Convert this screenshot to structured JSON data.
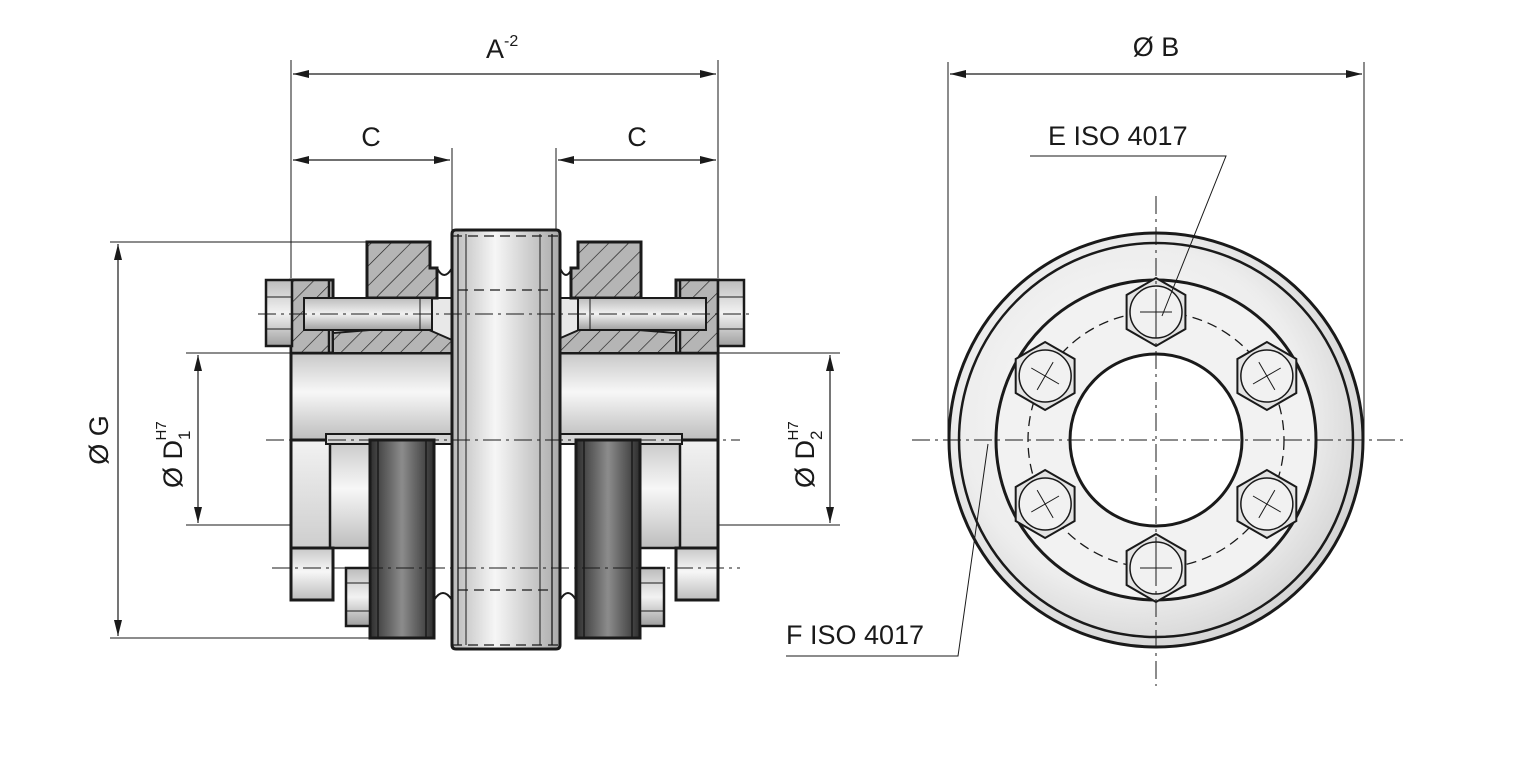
{
  "labels": {
    "dim_a": "A",
    "dim_a_tol": "-2",
    "dim_c_left": "C",
    "dim_c_right": "C",
    "dim_g": "Ø G",
    "dim_d1": "Ø D",
    "dim_d1_sub": "1",
    "dim_d1_fit": "H7",
    "dim_d2": "Ø D",
    "dim_d2_sub": "2",
    "dim_d2_fit": "H7",
    "dim_b": "Ø B",
    "callout_e": "E ISO 4017",
    "callout_f": "F ISO 4017"
  },
  "colors": {
    "line": "#1a1a1a",
    "metal_light": "#f4f4f4",
    "metal_mid": "#d2d2d2",
    "metal_dark": "#8a8a8a",
    "elastomer_dark": "#3a3a3a",
    "elastomer_light": "#9a9a9a",
    "hatch": "#1a1a1a"
  }
}
